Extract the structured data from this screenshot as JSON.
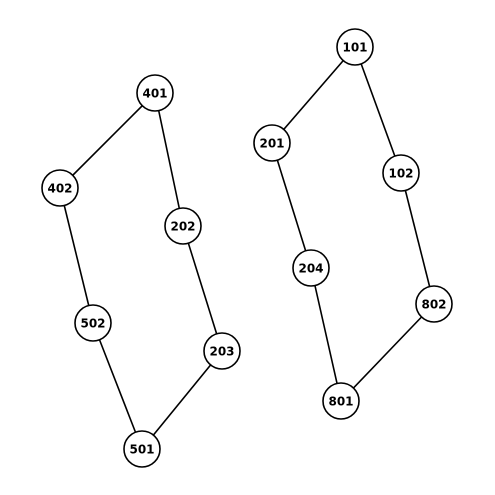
{
  "nodes": [
    {
      "id": "101",
      "label": "101"
    },
    {
      "id": "201",
      "label": "201"
    },
    {
      "id": "102",
      "label": "102"
    },
    {
      "id": "204",
      "label": "204"
    },
    {
      "id": "802",
      "label": "802"
    },
    {
      "id": "801",
      "label": "801"
    },
    {
      "id": "401",
      "label": "401"
    },
    {
      "id": "402",
      "label": "402"
    },
    {
      "id": "202",
      "label": "202"
    },
    {
      "id": "502",
      "label": "502"
    },
    {
      "id": "203",
      "label": "203"
    },
    {
      "id": "501",
      "label": "501"
    }
  ],
  "edges": [
    {
      "from": "101",
      "to": "201"
    },
    {
      "from": "101",
      "to": "102"
    },
    {
      "from": "201",
      "to": "204"
    },
    {
      "from": "102",
      "to": "802"
    },
    {
      "from": "204",
      "to": "801"
    },
    {
      "from": "802",
      "to": "801"
    },
    {
      "from": "401",
      "to": "402"
    },
    {
      "from": "401",
      "to": "202"
    },
    {
      "from": "402",
      "to": "502"
    },
    {
      "from": "202",
      "to": "203"
    },
    {
      "from": "502",
      "to": "501"
    },
    {
      "from": "203",
      "to": "501"
    }
  ]
}
